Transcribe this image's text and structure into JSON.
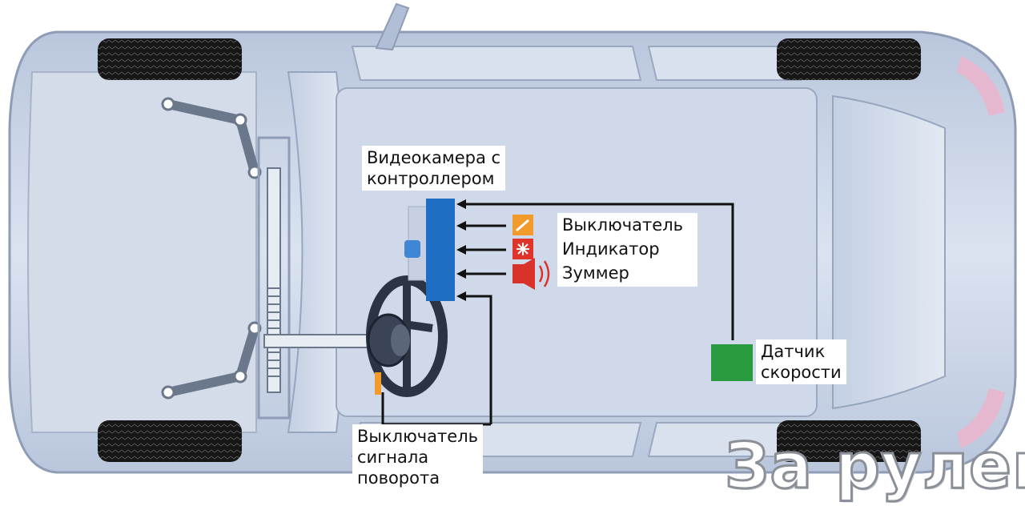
{
  "labels": {
    "camera_line1": "Видеокамера с",
    "camera_line2": "контроллером",
    "switch": "Выключатель",
    "indicator": "Индикатор",
    "buzzer": "Зуммер",
    "speed_line1": "Датчик",
    "speed_line2": "скорости",
    "turn_line1": "Выключатель",
    "turn_line2": "сигнала",
    "turn_line3": "поворота"
  },
  "watermark": "За рулем",
  "colors": {
    "car_body": "#c9d4e6",
    "car_outline": "#8e9cb6",
    "camera_unit": "#1e6fc4",
    "speed_sensor": "#2a9a3e",
    "switch_icon": "#f29a2a",
    "indicator_icon": "#e0342a",
    "buzzer_icon": "#d8322a",
    "wires": "#111111",
    "steering": "#4d5a6e"
  },
  "icons": {
    "switch": "switch-icon",
    "indicator": "indicator-icon",
    "buzzer": "buzzer-icon"
  }
}
